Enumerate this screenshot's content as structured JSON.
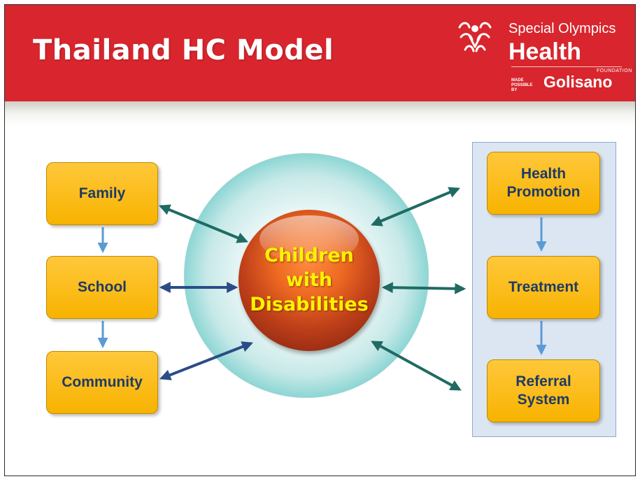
{
  "header": {
    "title": "Thailand HC Model",
    "logo": {
      "icon": "special-olympics-figure-icon",
      "org": "Special Olympics",
      "program": "Health",
      "foundation_label": "FOUNDATION",
      "made_by": "MADE POSSIBLE BY",
      "sponsor": "Golisano"
    }
  },
  "diagram": {
    "left_column": [
      "Family",
      "School",
      "Community"
    ],
    "center": {
      "line1": "Children",
      "line2": "with",
      "line3": "Disabilities"
    },
    "right_column": [
      {
        "line1": "Health",
        "line2": "Promotion"
      },
      {
        "line1": "Treatment",
        "line2": ""
      },
      {
        "line1": "Referral",
        "line2": "System"
      }
    ]
  },
  "colors": {
    "header_red": "#d9252d",
    "box_fill": "#f8b300",
    "box_text": "#1f3b63",
    "center_text": "#fff200",
    "arrow_teal": "#1f6b63",
    "arrow_blue": "#2b4c87",
    "flow_arrow": "#5b9bd5",
    "panel_fill": "#dce6f2"
  }
}
